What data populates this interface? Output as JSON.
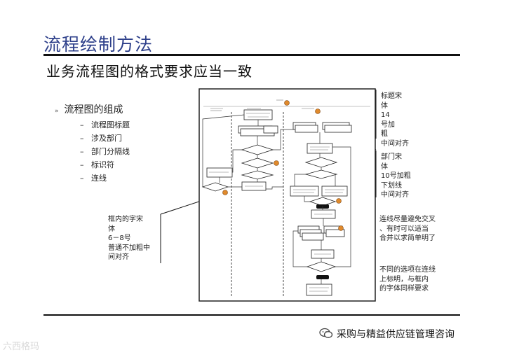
{
  "header": {
    "title": "流程绘制方法",
    "subtitle": "业务流程图的格式要求应当一致"
  },
  "outline": {
    "heading": "流程图的组成",
    "bullet_mark": "»",
    "dash": "–",
    "items": [
      "流程图标题",
      "涉及部门",
      "部门分隔线",
      "标识符",
      "连线"
    ]
  },
  "notes": {
    "title_font": "标题宋\n体\n14\n号加\n粗\n中间对齐",
    "dept_font": "部门宋\n体\n10号加粗\n下划线\n中间对齐",
    "lines": "连线尽量避免交叉\n、有时可以适当\n合并以求简单明了",
    "options": "不同的选项在连线\n上标明，与框内\n的字体同样要求",
    "box_font": "框内的字宋\n体\n6－8号\n普通不加粗中\n间对齐"
  },
  "footer": {
    "brand": "采购与精益供应链管理咨询",
    "watermark": "六西格玛",
    "brand_icon": "wechat-icon"
  },
  "colors": {
    "title_blue": "#2d3f8a",
    "marker_orange": "#e08a2c"
  }
}
